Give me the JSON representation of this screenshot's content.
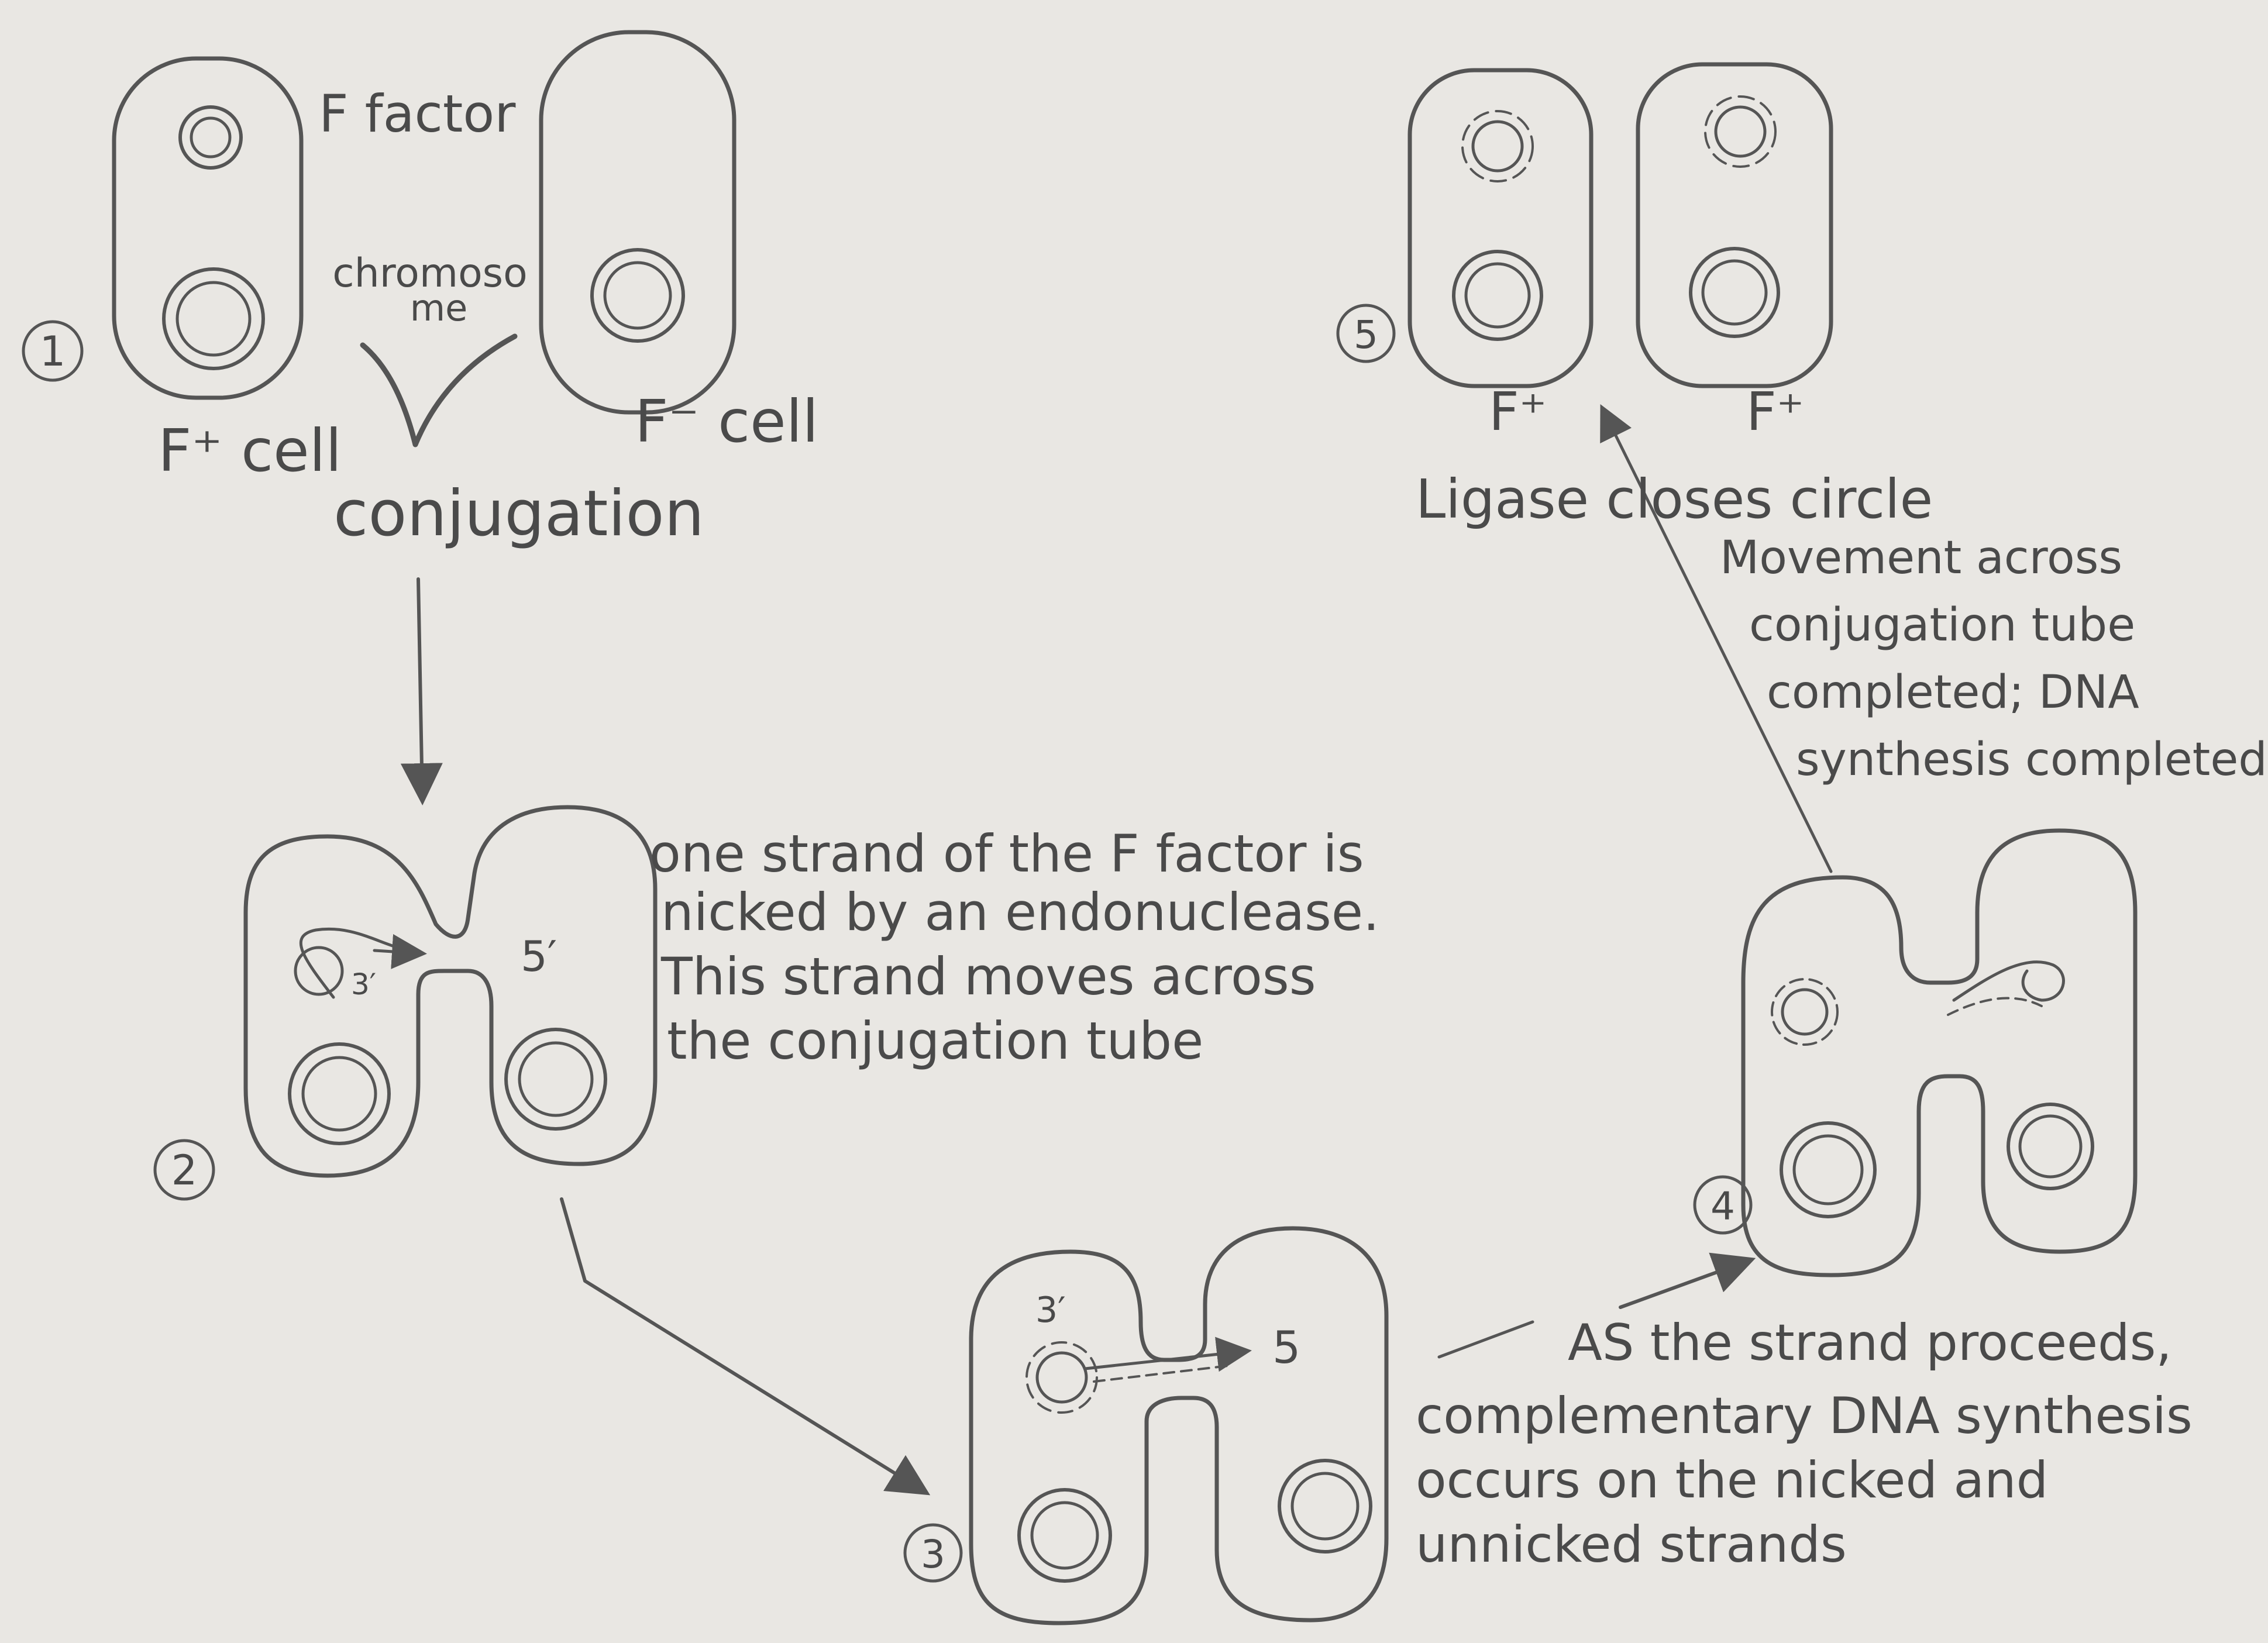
{
  "colors": {
    "paper": "#e9e7e3",
    "ink": "#4a4a4a",
    "pencil": "#555555"
  },
  "stage1": {
    "number": "1",
    "f_factor_label": "F factor",
    "chromosome_label_line1": "chromoso",
    "chromosome_label_line2": "me",
    "fplus_label": "F⁺ cell",
    "fminus_label": "F⁻ cell",
    "conjugation_label": "conjugation"
  },
  "stage2": {
    "number": "2",
    "prime3": "3′",
    "prime5": "5′",
    "caption": [
      "one strand of the F factor is",
      "nicked by an endonuclease.",
      "This strand moves across",
      "the conjugation tube"
    ]
  },
  "stage3": {
    "number": "3",
    "prime3": "3′",
    "prime5": "5",
    "caption": [
      "AS the strand proceeds,",
      "complementary DNA synthesis",
      "occurs on the nicked and",
      "unnicked strands"
    ]
  },
  "stage4": {
    "number": "4",
    "caption": [
      "Movement across",
      "conjugation tube",
      "completed; DNA",
      "synthesis completed"
    ]
  },
  "stage5": {
    "number": "5",
    "fplus_left": "F⁺",
    "fplus_right": "F⁺",
    "ligase_label": "Ligase closes circle"
  }
}
